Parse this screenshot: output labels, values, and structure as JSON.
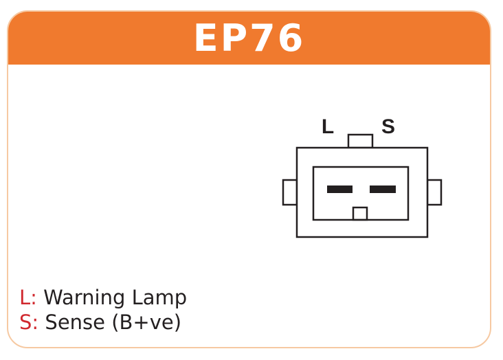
{
  "title": "EP76",
  "connector": {
    "pin_labels": [
      "L",
      "S"
    ]
  },
  "legend": [
    {
      "key": "L:",
      "label": "Warning Lamp"
    },
    {
      "key": "S:",
      "label": "Sense (B+ve)"
    }
  ],
  "colors": {
    "header": "#f07a2e",
    "border": "#f6c9a2",
    "legend_key": "#d0282e",
    "line": "#231f20"
  }
}
